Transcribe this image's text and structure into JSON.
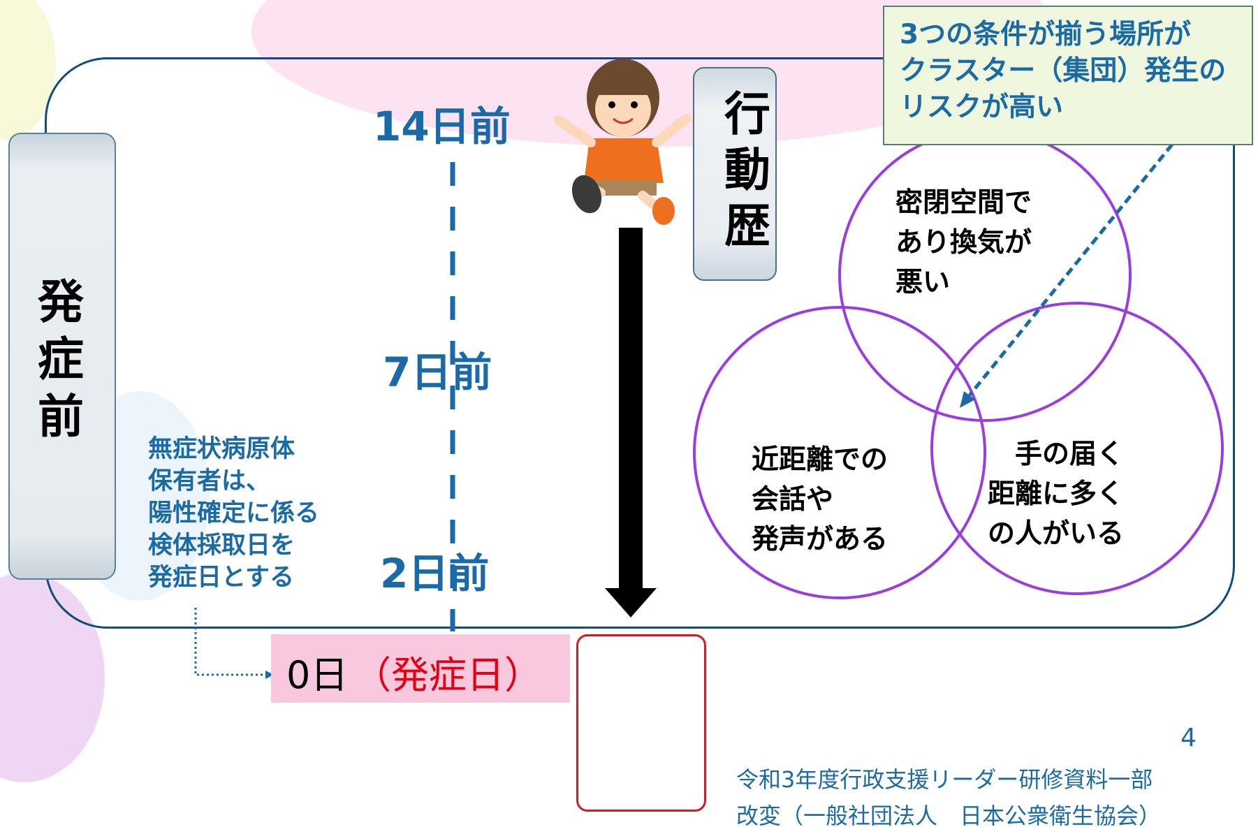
{
  "side_label": "発症前",
  "action_label": "行動歴",
  "days": {
    "d14": "14日前",
    "d7": "7日前",
    "d2": "2日前"
  },
  "note": "無症状病原体\n保有者は、\n陽性確定に係る\n検体採取日を\n発症日とする",
  "onset": {
    "day": "0日",
    "label": "（発症日）"
  },
  "callout": "3つの条件が揃う場所が\nクラスター（集団）発生の\nリスクが高い",
  "conditions": {
    "top": "密閉空間で\nあり換気が\n悪い",
    "left": "近距離での\n会話や\n発声がある",
    "right": "　手の届く\n距離に多く\nの人がいる"
  },
  "page_number": "4",
  "credit": "令和3年度行政支援リーダー研修資料一部\n改変（一般社団法人　日本公衆衛生協会）",
  "colors": {
    "frame": "#0f4c81",
    "accent_blue": "#1a6aa7",
    "onset_red": "#e60012",
    "circle_purple": "#9b3ce0",
    "onset_bg": "#f9c8de"
  }
}
